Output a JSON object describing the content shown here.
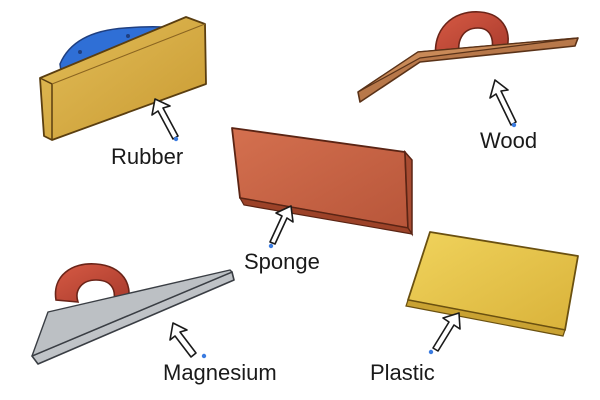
{
  "labels": {
    "rubber": "Rubber",
    "wood": "Wood",
    "sponge": "Sponge",
    "magnesium": "Magnesium",
    "plastic": "Plastic"
  },
  "colors": {
    "rubber_pad": "#d9b14a",
    "rubber_handle": "#2f6fd6",
    "wood": "#b8784a",
    "sponge": "#c9664a",
    "magnesium": "#c9ccd0",
    "plastic": "#e8c84a",
    "handle": "#c24a3a",
    "arrow_tip": "#3a7be0"
  }
}
